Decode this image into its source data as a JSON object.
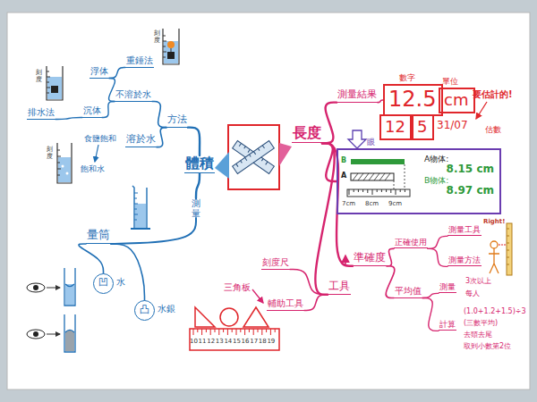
{
  "diagram": {
    "nodes": [
      {
        "text": [
          "長度"
        ]
      },
      {
        "text": [
          "體積"
        ]
      },
      {
        "text": [
          "測量結果"
        ]
      },
      {
        "text": [
          "12.5"
        ]
      },
      {
        "text": [
          "cm"
        ]
      },
      {
        "text": [
          "12"
        ]
      },
      {
        "text": [
          "5"
        ]
      },
      {
        "text": [
          "A物体:",
          "8.15 cm",
          "B物体:",
          "8.97 cm"
        ]
      },
      {
        "text": [
          "準確度"
        ]
      },
      {
        "text": [
          "工具"
        ]
      },
      {
        "text": [
          "正確使用"
        ]
      },
      {
        "text": [
          "平均值"
        ]
      },
      {
        "text": [
          "測量工具"
        ]
      },
      {
        "text": [
          "測量方法"
        ]
      },
      {
        "text": [
          "測量"
        ]
      },
      {
        "text": [
          "計算"
        ]
      },
      {
        "text": [
          "刻度尺"
        ]
      },
      {
        "text": [
          "輔助工具"
        ]
      },
      {
        "text": [
          "方法"
        ]
      },
      {
        "text": [
          "不溶於水"
        ]
      },
      {
        "text": [
          "浮体"
        ]
      },
      {
        "text": [
          "沉体"
        ]
      },
      {
        "text": [
          "重錘法"
        ]
      },
      {
        "text": [
          "排水法"
        ]
      },
      {
        "text": [
          "溶於水"
        ]
      },
      {
        "text": [
          "測量"
        ]
      },
      {
        "text": [
          "量筒"
        ]
      },
      {
        "text": [
          "凹"
        ]
      },
      {
        "text": [
          "凸"
        ]
      }
    ],
    "edges": [
      {
        "from": 0,
        "to": 2,
        "arrow": "none"
      },
      {
        "from": 0,
        "to": 7,
        "arrow": "none"
      },
      {
        "from": 0,
        "to": 8,
        "arrow": "none"
      },
      {
        "from": 0,
        "to": 9,
        "arrow": "none"
      },
      {
        "from": 2,
        "to": 3,
        "arrow": "none"
      },
      {
        "from": 8,
        "to": 10,
        "arrow": "none"
      },
      {
        "from": 8,
        "to": 11,
        "arrow": "none"
      },
      {
        "from": 10,
        "to": 12,
        "arrow": "none"
      },
      {
        "from": 10,
        "to": 13,
        "arrow": "none"
      },
      {
        "from": 11,
        "to": 14,
        "arrow": "none"
      },
      {
        "from": 11,
        "to": 15,
        "arrow": "none"
      },
      {
        "from": 9,
        "to": 16,
        "arrow": "none"
      },
      {
        "from": 9,
        "to": 17,
        "arrow": "none"
      },
      {
        "from": 1,
        "to": 18,
        "arrow": "none"
      },
      {
        "from": 18,
        "to": 19,
        "arrow": "none"
      },
      {
        "from": 19,
        "to": 20,
        "arrow": "none"
      },
      {
        "from": 19,
        "to": 21,
        "arrow": "none"
      },
      {
        "from": 20,
        "to": 22,
        "arrow": "none"
      },
      {
        "from": 21,
        "to": 23,
        "arrow": "none"
      },
      {
        "from": 18,
        "to": 24,
        "arrow": "none"
      },
      {
        "from": 1,
        "to": 25,
        "arrow": "none"
      },
      {
        "from": 25,
        "to": 26,
        "arrow": "none"
      },
      {
        "from": 26,
        "to": 27,
        "arrow": "none"
      },
      {
        "from": 26,
        "to": 28,
        "arrow": "none"
      }
    ],
    "labels": [
      "數字",
      "單位",
      "要估計的!",
      "31/07",
      "估數",
      "眼",
      "B",
      "A",
      "7cm",
      "8cm",
      "9cm",
      "Right!",
      "3次以上",
      "每人",
      "(1.0+1.2+1.5)÷3",
      "(三數平均)",
      "去頭去尾",
      "取到小數第2位",
      "三角板",
      "10",
      "11",
      "12",
      "13",
      "14",
      "15",
      "16",
      "17",
      "18",
      "19",
      "刻度",
      "刻度",
      "食鹽飽和",
      "飽和水",
      "刻度",
      "水",
      "水銀"
    ]
  }
}
